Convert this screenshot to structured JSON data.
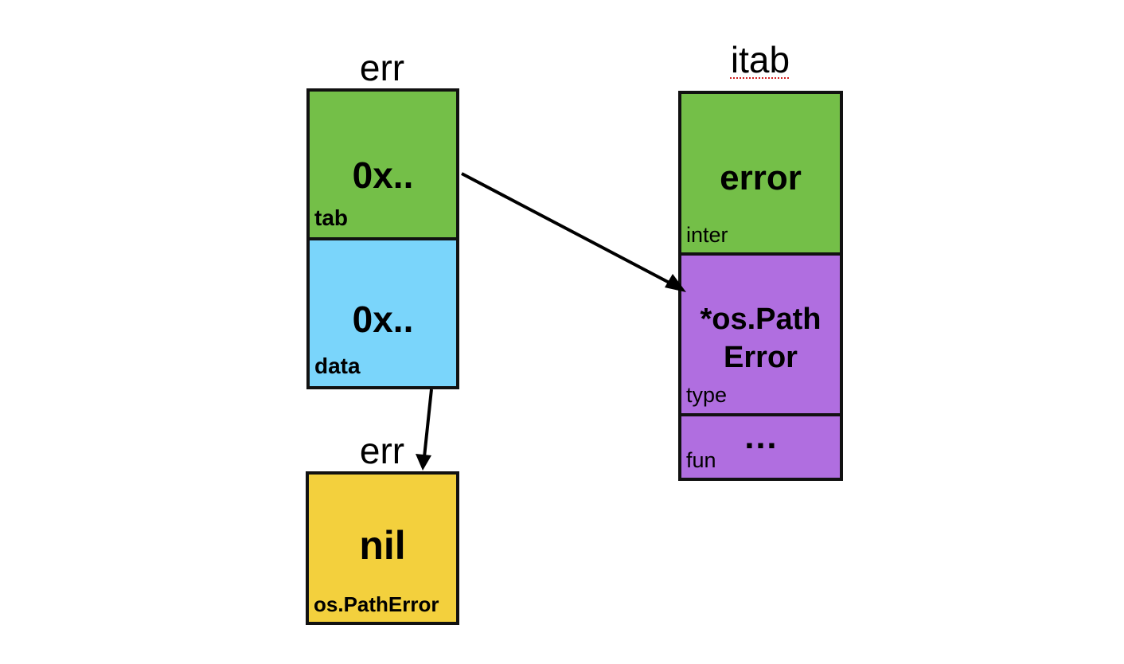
{
  "err_struct": {
    "title": "err",
    "tab_cell": {
      "value": "0x..",
      "label": "tab"
    },
    "data_cell": {
      "value": "0x..",
      "label": "data"
    }
  },
  "target_struct": {
    "title": "err",
    "cell": {
      "value": "nil",
      "label": "os.PathError"
    }
  },
  "itab_struct": {
    "title": "itab",
    "inter_cell": {
      "value": "error",
      "label": "inter"
    },
    "type_cell": {
      "value_line1": "*os.Path",
      "value_line2": "Error",
      "label": "type"
    },
    "fun_cell": {
      "value": "…",
      "label": "fun"
    }
  },
  "colors": {
    "green": "#74bf48",
    "blue": "#7ad5fb",
    "yellow": "#f3d03d",
    "purple": "#b06ee0",
    "border": "#111111"
  }
}
